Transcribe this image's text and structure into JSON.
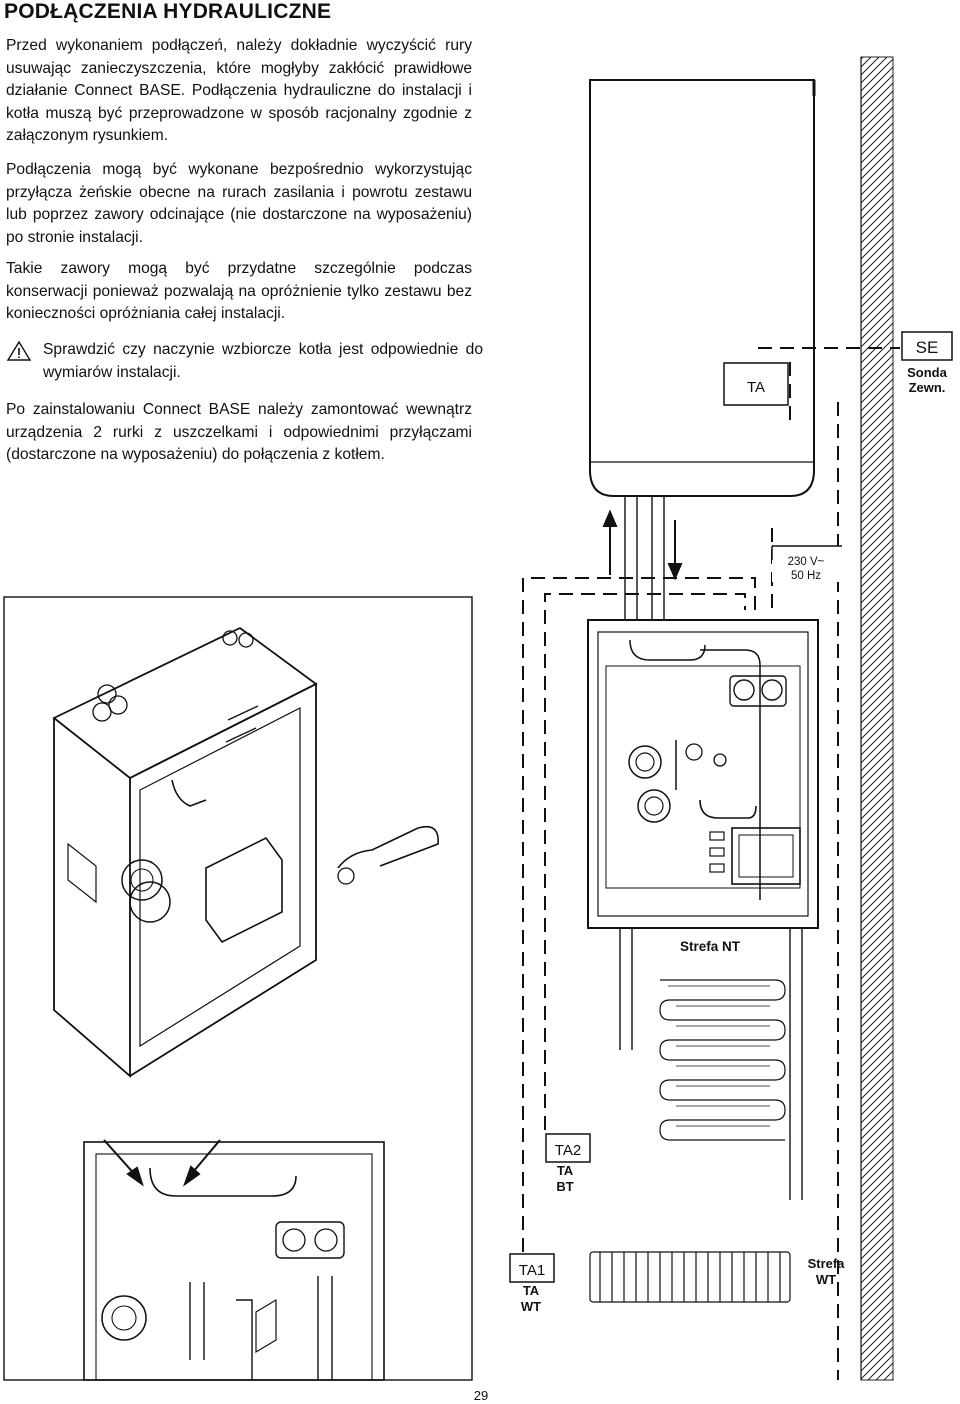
{
  "heading": "PODŁĄCZENIA HYDRAULICZNE",
  "paragraphs": {
    "p1": "Przed wykonaniem podłączeń, należy dokładnie wyczyścić rury usuwając zanieczyszczenia, które mogłyby zakłócić prawidłowe działanie Connect BASE. Podłączenia hydrauliczne do instalacji i kotła muszą być przeprowadzone w sposób racjonalny zgodnie z załączonym rysunkiem.",
    "p2": "Podłączenia mogą być wykonane bezpośrednio wykorzystując przyłącza żeńskie obecne na rurach zasilania i powrotu zestawu lub poprzez zawory odcinające (nie dostarczone na wyposażeniu) po stronie instalacji.",
    "p3": "Takie zawory mogą być przydatne szczególnie podczas konserwacji ponieważ pozwalają na opróżnienie tylko zestawu bez konieczności opróżniania całej instalacji.",
    "warning": "Sprawdzić czy naczynie wzbiorcze kotła jest odpowiednie do wymiarów instalacji.",
    "p4": "Po zainstalowaniu Connect BASE należy zamontować wewnątrz urządzenia 2 rurki z uszczelkami i odpowiednimi przyłączami (dostarczone na wyposażeniu) do połączenia z kotłem."
  },
  "diagram": {
    "ta": "TA",
    "se": "SE",
    "sonda_1": "Sonda",
    "sonda_2": "Zewn.",
    "power_1": "230 V~",
    "power_2": "50 Hz",
    "strefa_nt": "Strefa NT",
    "ta2": "TA2",
    "ta_bt_1": "TA",
    "ta_bt_2": "BT",
    "ta1": "TA1",
    "ta_wt_1": "TA",
    "ta_wt_2": "WT",
    "strefa_wt_1": "Strefa",
    "strefa_wt_2": "WT"
  },
  "page_number": "29"
}
